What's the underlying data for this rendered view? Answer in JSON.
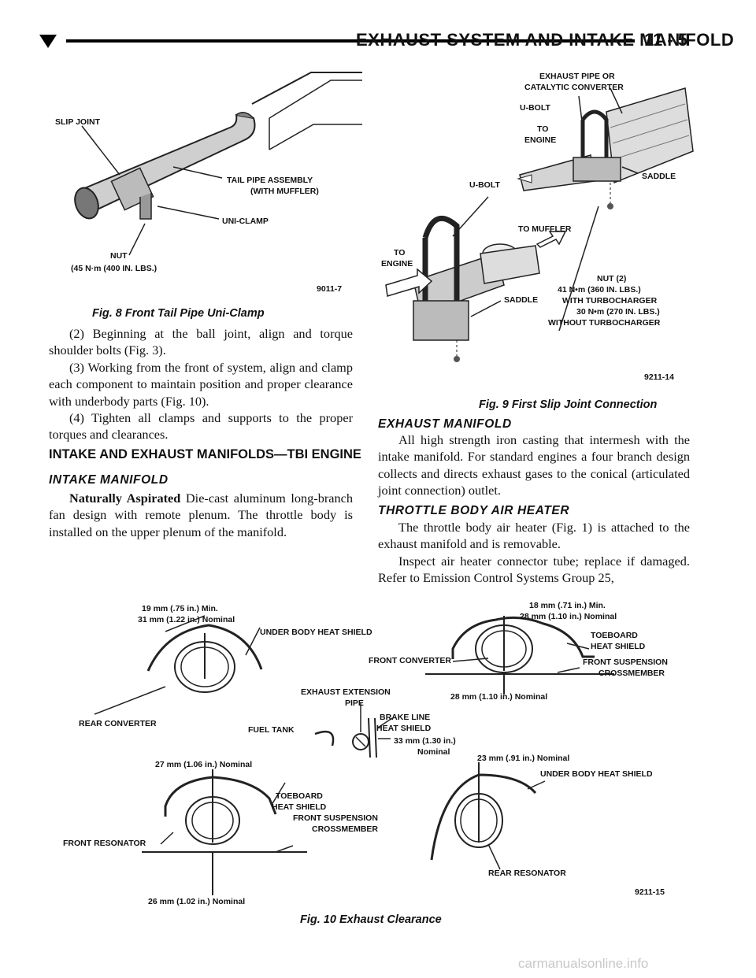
{
  "header": {
    "title": "EXHAUST SYSTEM AND INTAKE MANIFOLD",
    "page_number": "11 - 5"
  },
  "fig8": {
    "labels": {
      "slip_joint": "SLIP JOINT",
      "tail_pipe_1": "TAIL PIPE ASSEMBLY",
      "tail_pipe_2": "(WITH MUFFLER)",
      "uni_clamp": "UNI-CLAMP",
      "nut": "NUT",
      "nut_torque": "(45 N·m (400 IN. LBS.)",
      "code": "9011-7"
    },
    "caption": "Fig. 8 Front Tail Pipe Uni-Clamp"
  },
  "fig9": {
    "labels": {
      "exhaust_pipe_1": "EXHAUST PIPE OR",
      "exhaust_pipe_2": "CATALYTIC CONVERTER",
      "ubolt_top": "U-BOLT",
      "to_engine_top_1": "TO",
      "to_engine_top_2": "ENGINE",
      "saddle_top": "SADDLE",
      "ubolt_left": "U-BOLT",
      "to_muffler": "TO MUFFLER",
      "to_engine_left_1": "TO",
      "to_engine_left_2": "ENGINE",
      "nut_1": "NUT (2)",
      "nut_2": "41 N•m (360 IN. LBS.)",
      "nut_3": "WITH TURBOCHARGER",
      "nut_4": "30 N•m (270 IN. LBS.)",
      "nut_5": "WITHOUT TURBOCHARGER",
      "saddle_bottom": "SADDLE",
      "code": "9211-14"
    },
    "caption": "Fig. 9 First Slip Joint Connection"
  },
  "left_text": {
    "step2": "(2) Beginning at the ball joint, align and torque shoulder bolts (Fig. 3).",
    "step3": "(3) Working from the front of system, align and clamp each component to maintain position and proper clearance with underbody parts (Fig. 10).",
    "step4": "(4) Tighten all clamps and supports to the proper torques and clearances.",
    "section_heading": "INTAKE AND EXHAUST MANIFOLDS—TBI ENGINE",
    "intake_heading": "INTAKE MANIFOLD",
    "intake_lead": "Naturally Aspirated",
    "intake_body": "Die-cast aluminum long-branch fan design with remote plenum. The throttle body is installed on the upper plenum of the manifold."
  },
  "right_text": {
    "exhaust_heading": "EXHAUST MANIFOLD",
    "exhaust_body": "All high strength iron casting that intermesh with the intake manifold. For standard engines a four branch design collects and directs exhaust gases to the conical (articulated joint connection) outlet.",
    "heater_heading": "THROTTLE BODY AIR HEATER",
    "heater_p1": "The throttle body air heater (Fig. 1) is attached to the exhaust manifold and is removable.",
    "heater_p2": "Inspect air heater connector tube; replace if damaged. Refer to Emission Control Systems Group 25,"
  },
  "fig10": {
    "labels": {
      "rc_dim_1": "19 mm (.75 in.) Min.",
      "rc_dim_2": "31 mm (1.22 in.) Nominal",
      "under_body_1": "UNDER BODY HEAT SHIELD",
      "rear_converter": "REAR CONVERTER",
      "fc_dim_1": "18 mm (.71 in.) Min.",
      "fc_dim_2": "28 mm (1.10 in.) Nominal",
      "toeboard_1a": "TOEBOARD",
      "toeboard_1b": "HEAT SHIELD",
      "front_converter": "FRONT CONVERTER",
      "front_susp_1a": "FRONT SUSPENSION",
      "front_susp_1b": "CROSSMEMBER",
      "fc_bottom_dim": "28 mm (1.10 in.) Nominal",
      "ext_pipe_a": "EXHAUST EXTENSION",
      "ext_pipe_b": "PIPE",
      "fuel_tank": "FUEL TANK",
      "brake_a": "BRAKE LINE",
      "brake_b": "HEAT SHIELD",
      "brake_dim_a": "33 mm (1.30 in.)",
      "brake_dim_b": "Nominal",
      "fr_dim_top": "27 mm (1.06 in.) Nominal",
      "toeboard_2a": "TOEBOARD",
      "toeboard_2b": "HEAT SHIELD",
      "front_susp_2a": "FRONT SUSPENSION",
      "front_susp_2b": "CROSSMEMBER",
      "front_resonator": "FRONT RESONATOR",
      "fr_dim_bottom": "26 mm (1.02 in.) Nominal",
      "rr_dim": "23 mm (.91 in.) Nominal",
      "under_body_2": "UNDER BODY HEAT SHIELD",
      "rear_resonator": "REAR RESONATOR",
      "code": "9211-15"
    },
    "caption": "Fig. 10 Exhaust Clearance"
  },
  "watermark": "carmanualsonline.info"
}
